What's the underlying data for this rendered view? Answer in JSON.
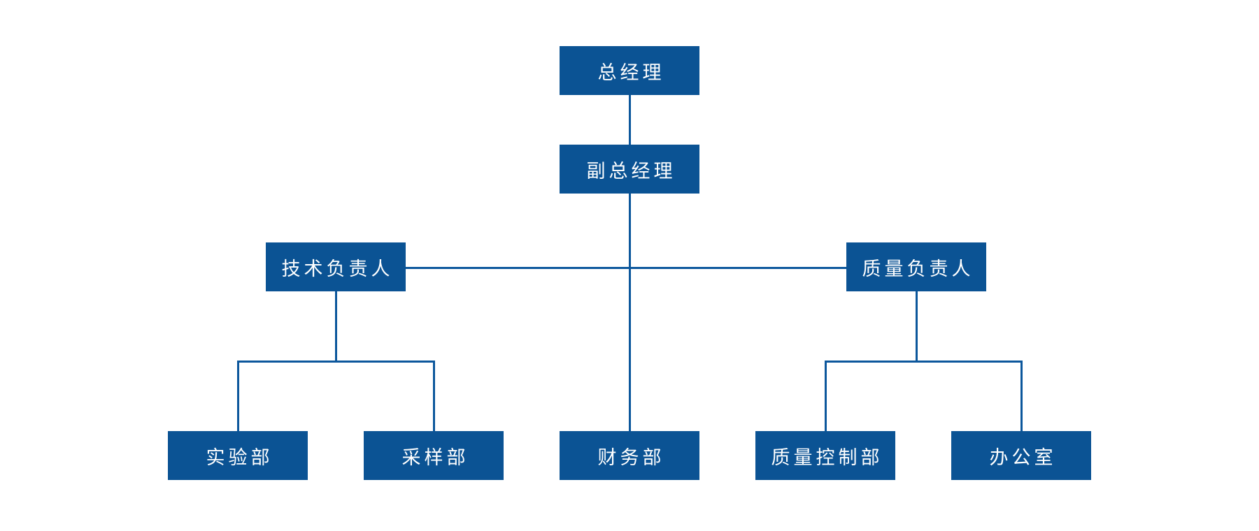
{
  "diagram": {
    "type": "org-chart",
    "colors": {
      "background": "#FFFFFF",
      "node_fill": "#0B5394",
      "node_text": "#FFFFFF",
      "connector": "#0C579C"
    },
    "nodes": [
      {
        "id": "general-manager",
        "label": "总经理",
        "level": 1
      },
      {
        "id": "deputy-general-manager",
        "label": "副总经理",
        "level": 2
      },
      {
        "id": "technical-director",
        "label": "技术负责人",
        "level": 3
      },
      {
        "id": "quality-director",
        "label": "质量负责人",
        "level": 3
      },
      {
        "id": "laboratory-dept",
        "label": "实验部",
        "level": 4
      },
      {
        "id": "sampling-dept",
        "label": "采样部",
        "level": 4
      },
      {
        "id": "finance-dept",
        "label": "财务部",
        "level": 4
      },
      {
        "id": "quality-control-dept",
        "label": "质量控制部",
        "level": 4
      },
      {
        "id": "office",
        "label": "办公室",
        "level": 4
      }
    ],
    "edges": [
      {
        "from": "总经理",
        "to": "副总经理"
      },
      {
        "from": "副总经理",
        "to": "技术负责人"
      },
      {
        "from": "副总经理",
        "to": "质量负责人"
      },
      {
        "from": "副总经理",
        "to": "财务部"
      },
      {
        "from": "技术负责人",
        "to": "实验部"
      },
      {
        "from": "技术负责人",
        "to": "采样部"
      },
      {
        "from": "质量负责人",
        "to": "质量控制部"
      },
      {
        "from": "质量负责人",
        "to": "办公室"
      }
    ]
  }
}
